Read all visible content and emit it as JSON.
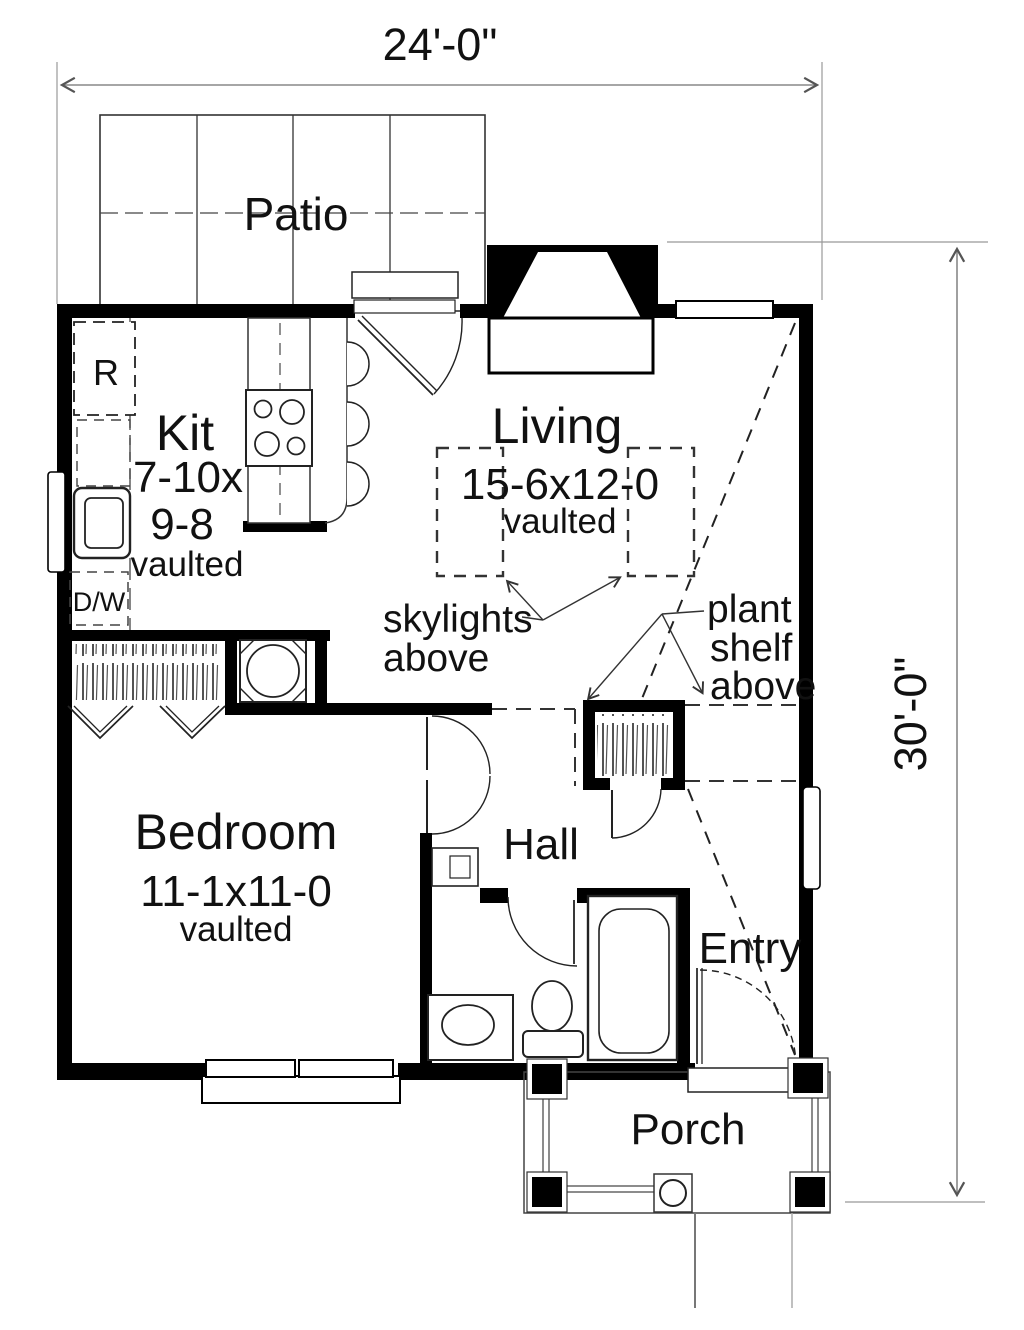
{
  "dimensions": {
    "width": "24'-0\"",
    "height": "30'-0\""
  },
  "rooms": {
    "patio": {
      "name": "Patio"
    },
    "kitchen": {
      "name": "Kit",
      "size_line1": "7-10x",
      "size_line2": "9-8",
      "ceiling": "vaulted"
    },
    "living": {
      "name": "Living",
      "size": "15-6x12-0",
      "ceiling": "vaulted"
    },
    "bedroom": {
      "name": "Bedroom",
      "size": "11-1x11-0",
      "ceiling": "vaulted"
    },
    "hall": {
      "name": "Hall"
    },
    "entry": {
      "name": "Entry"
    },
    "porch": {
      "name": "Porch"
    }
  },
  "fixtures": {
    "refrigerator": "R",
    "dishwasher": "D/W"
  },
  "annotations": {
    "skylights": {
      "line1": "skylights",
      "line2": "above"
    },
    "plant_shelf": {
      "line1": "plant",
      "line2": "shelf",
      "line3": "above"
    }
  },
  "colors": {
    "wall": "#000000",
    "line": "#222222",
    "dim": "#777777"
  }
}
